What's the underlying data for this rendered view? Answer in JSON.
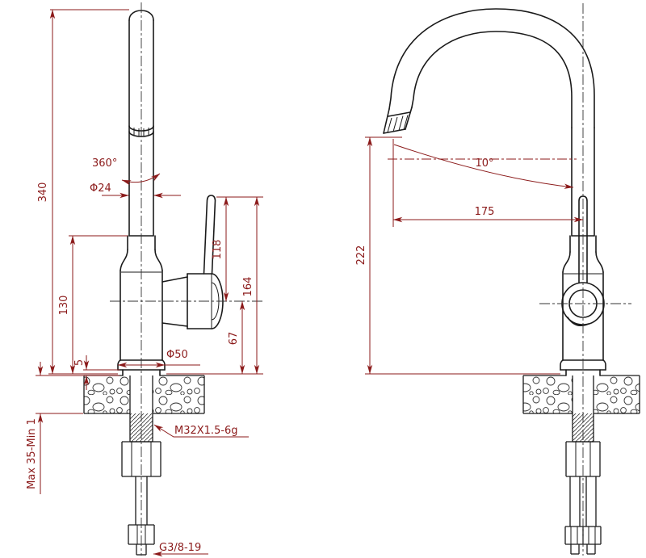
{
  "colors": {
    "dimension": "#8B1A1A",
    "object": "#1a1a1a",
    "centerline": "#333333"
  },
  "left_view": {
    "total_height": "340",
    "rotation": "360°",
    "spout_diameter": "Φ24",
    "handle_length": "118",
    "body_height": "130",
    "handle_top_height": "164",
    "handle_center_height": "67",
    "base_gap": "5",
    "base_diameter": "Φ50",
    "mounting_range": "Max 35-Min 1",
    "shank_thread": "M32X1.5-6g",
    "inlet_thread": "G3/8-19"
  },
  "right_view": {
    "spray_angle": "10°",
    "spout_reach": "175",
    "outlet_height": "222"
  }
}
